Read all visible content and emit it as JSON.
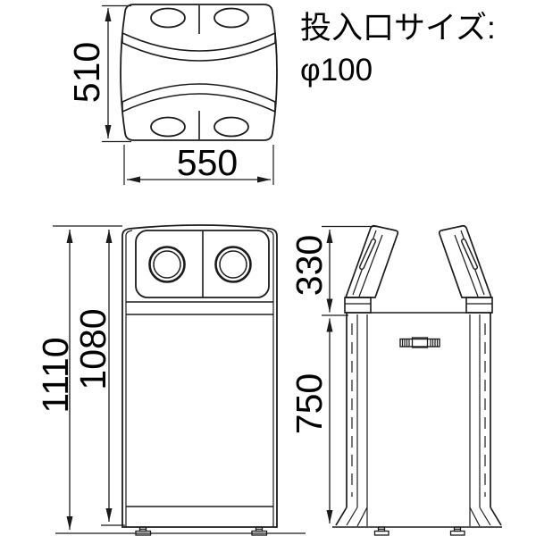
{
  "drawing": {
    "note": {
      "inlet_size_label": "投入口サイズ:",
      "inlet_size_value": "φ100"
    },
    "top_view": {
      "depth": "510",
      "width": "550"
    },
    "front_view": {
      "total_height": "1110",
      "body_height": "1080"
    },
    "side_view": {
      "hood_height": "330",
      "lower_height": "750"
    }
  },
  "colors": {
    "line": "#1b1b1b",
    "text": "#000000",
    "background": "#ffffff"
  }
}
